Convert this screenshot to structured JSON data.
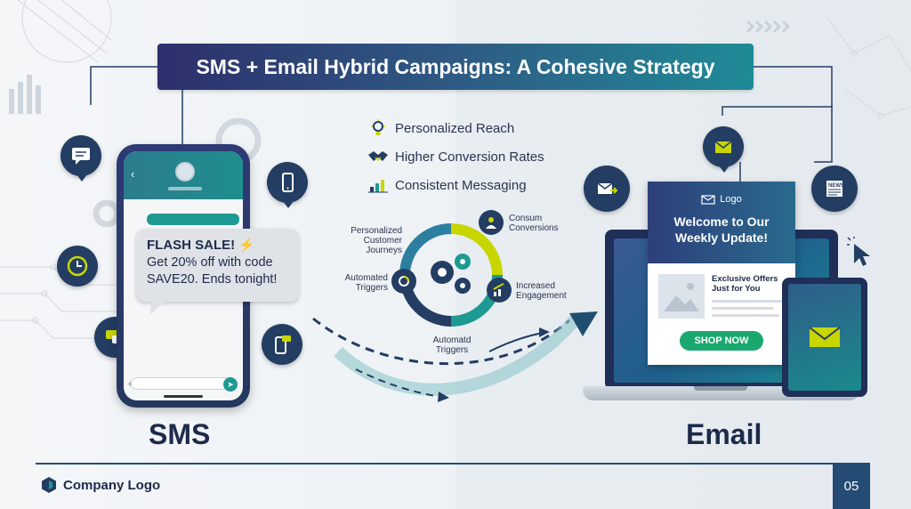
{
  "title": "SMS + Email Hybrid Campaigns: A Cohesive Strategy",
  "sms": {
    "label": "SMS",
    "flash_title": "FLASH SALE!",
    "flash_body_1": "Get 20% off with code",
    "flash_body_2": "SAVE20. Ends tonight!",
    "back_glyph": "‹",
    "plus_glyph": "+",
    "send_glyph": "➤"
  },
  "benefits": [
    {
      "label": "Personalized Reach",
      "icon": "lightbulb-icon"
    },
    {
      "label": "Higher Conversion Rates",
      "icon": "handshake-icon"
    },
    {
      "label": "Consistent Messaging",
      "icon": "bar-chart-icon"
    }
  ],
  "cycle": {
    "personalized_1": "Personalized",
    "personalized_2": "Customer",
    "personalized_3": "Journeys",
    "consum_1": "Consum",
    "consum_2": "Conversions",
    "automated_1": "Automated",
    "automated_2": "Triggers",
    "increased_1": "Increased",
    "increased_2": "Engagement",
    "automatd_1": "Automatd",
    "automatd_2": "Triggers"
  },
  "email": {
    "label": "Email",
    "logo": "Logo",
    "welcome_1": "Welcome to Our",
    "welcome_2": "Weekly Update!",
    "offer_1": "Exclusive Offers",
    "offer_2": "Just for You",
    "shop_button": "SHOP NOW",
    "news_icon_text": "NEWS"
  },
  "footer": {
    "company_logo": "Company Logo",
    "page_number": "05"
  },
  "colors": {
    "navy": "#233d63",
    "teal": "#1e9a93",
    "green_button": "#1aa86f",
    "accent_yellow": "#c8d600"
  }
}
